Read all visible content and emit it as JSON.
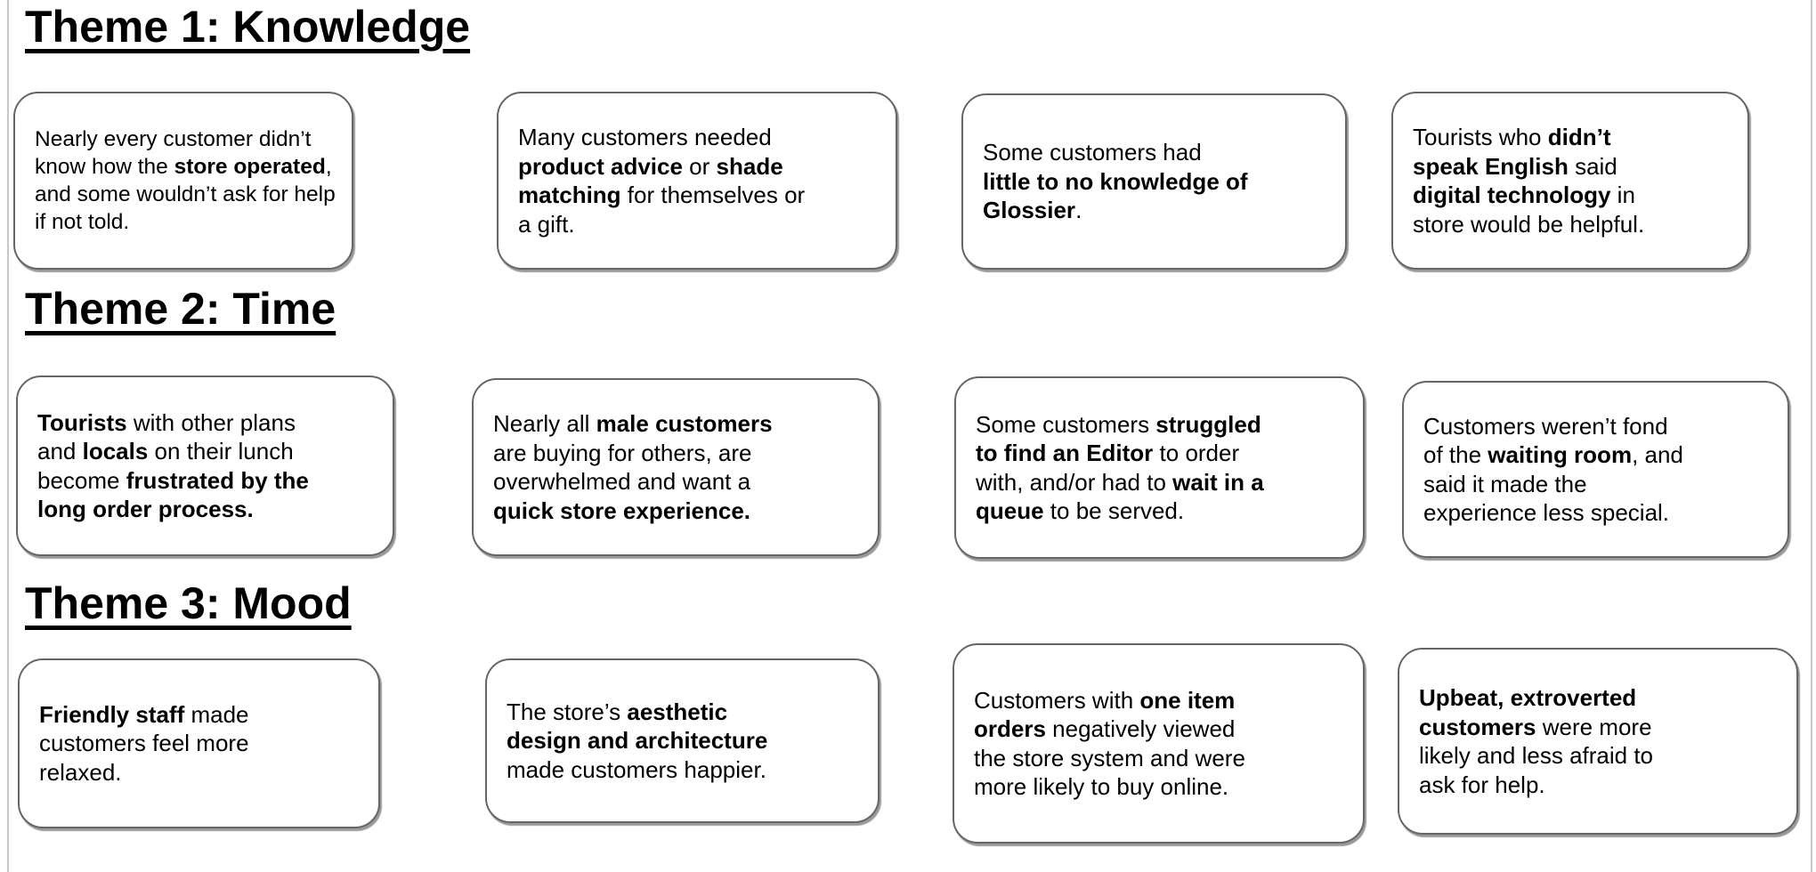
{
  "colors": {
    "background": "#ffffff",
    "card_border": "#666666",
    "text": "#000000",
    "canvas_edge": "#c8c8c8"
  },
  "themes": [
    {
      "title": "Theme 1: Knowledge",
      "cards": [
        {
          "segments": [
            {
              "text": "Nearly every customer didn’t\nknow how the ",
              "bold": false
            },
            {
              "text": "store operated",
              "bold": true
            },
            {
              "text": ",\nand some wouldn’t ask for help\nif not told.",
              "bold": false
            }
          ]
        },
        {
          "segments": [
            {
              "text": "Many customers needed\n",
              "bold": false
            },
            {
              "text": "product advice",
              "bold": true
            },
            {
              "text": " or ",
              "bold": false
            },
            {
              "text": "shade\nmatching",
              "bold": true
            },
            {
              "text": " for themselves or\na gift.",
              "bold": false
            }
          ]
        },
        {
          "segments": [
            {
              "text": "Some customers had\n",
              "bold": false
            },
            {
              "text": "little to no knowledge of\nGlossier",
              "bold": true
            },
            {
              "text": ".",
              "bold": false
            }
          ]
        },
        {
          "segments": [
            {
              "text": "Tourists who ",
              "bold": false
            },
            {
              "text": "didn’t\nspeak English",
              "bold": true
            },
            {
              "text": " said\n",
              "bold": false
            },
            {
              "text": "digital technology",
              "bold": true
            },
            {
              "text": " in\nstore would be helpful.",
              "bold": false
            }
          ]
        }
      ]
    },
    {
      "title": "Theme 2: Time",
      "cards": [
        {
          "segments": [
            {
              "text": "Tourists",
              "bold": true
            },
            {
              "text": " with other plans\nand ",
              "bold": false
            },
            {
              "text": "locals",
              "bold": true
            },
            {
              "text": " on their lunch\nbecome ",
              "bold": false
            },
            {
              "text": "frustrated by the\nlong order process.",
              "bold": true
            }
          ]
        },
        {
          "segments": [
            {
              "text": "Nearly all ",
              "bold": false
            },
            {
              "text": "male customers",
              "bold": true
            },
            {
              "text": "\nare buying for others, are\noverwhelmed and want a\n",
              "bold": false
            },
            {
              "text": "quick store experience.",
              "bold": true
            }
          ]
        },
        {
          "segments": [
            {
              "text": "Some customers ",
              "bold": false
            },
            {
              "text": "struggled\nto find an Editor",
              "bold": true
            },
            {
              "text": " to order\nwith, and/or had to ",
              "bold": false
            },
            {
              "text": "wait in a\nqueue",
              "bold": true
            },
            {
              "text": " to be served.",
              "bold": false
            }
          ]
        },
        {
          "segments": [
            {
              "text": "Customers weren’t fond\nof the ",
              "bold": false
            },
            {
              "text": "waiting room",
              "bold": true
            },
            {
              "text": ", and\nsaid it made the\nexperience less special.",
              "bold": false
            }
          ]
        }
      ]
    },
    {
      "title": "Theme 3: Mood",
      "cards": [
        {
          "segments": [
            {
              "text": "Friendly staff",
              "bold": true
            },
            {
              "text": " made\ncustomers feel more\nrelaxed.",
              "bold": false
            }
          ]
        },
        {
          "segments": [
            {
              "text": "The store’s ",
              "bold": false
            },
            {
              "text": "aesthetic\ndesign and architecture",
              "bold": true
            },
            {
              "text": "\nmade customers happier.",
              "bold": false
            }
          ]
        },
        {
          "segments": [
            {
              "text": "Customers with ",
              "bold": false
            },
            {
              "text": "one item\norders",
              "bold": true
            },
            {
              "text": " negatively viewed\nthe store system and were\nmore likely to buy online.",
              "bold": false
            }
          ]
        },
        {
          "segments": [
            {
              "text": "Upbeat, extroverted\ncustomers",
              "bold": true
            },
            {
              "text": " were more\nlikely and less afraid to\nask for help.",
              "bold": false
            }
          ]
        }
      ]
    }
  ]
}
